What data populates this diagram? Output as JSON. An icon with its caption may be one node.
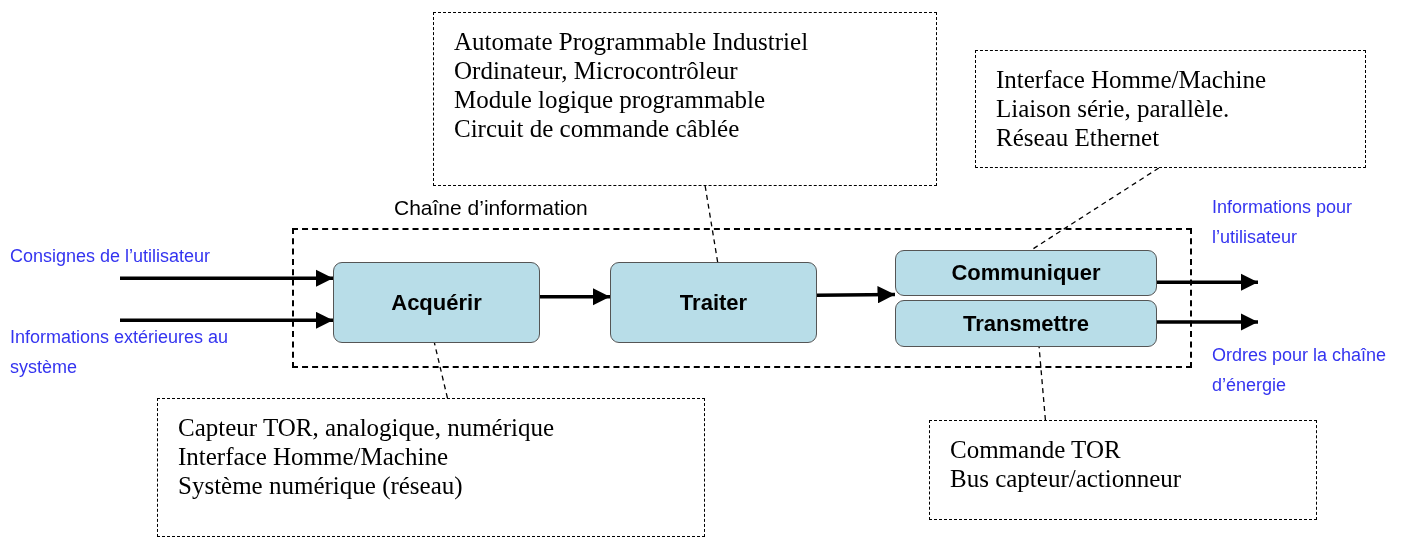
{
  "diagram": {
    "nodes": [
      {
        "text": [
          "Chaîne d’information"
        ]
      },
      {
        "text": [
          "Acquérir"
        ],
        "in": 0
      },
      {
        "text": [
          "Traiter"
        ],
        "in": 0
      },
      {
        "text": [
          "Communiquer"
        ],
        "in": 0
      },
      {
        "text": [
          "Transmettre"
        ],
        "in": 0
      },
      {
        "text": [
          "Automate Programmable Industriel",
          "Ordinateur, Microcontrôleur",
          "Module logique programmable",
          "Circuit de commande câblée"
        ]
      },
      {
        "text": [
          "Interface Homme/Machine",
          "Liaison série, parallèle.",
          "Réseau Ethernet"
        ]
      },
      {
        "text": [
          "Capteur TOR, analogique, numérique",
          "Interface Homme/Machine",
          "Système numérique (réseau)"
        ]
      },
      {
        "text": [
          "Commande TOR",
          "Bus capteur/actionneur"
        ]
      }
    ],
    "edges": [
      {
        "from": null,
        "to": 1,
        "arrow": "to",
        "label": "Consignes de l’utilisateur"
      },
      {
        "from": null,
        "to": 1,
        "arrow": "to",
        "label": "Informations extérieures au système"
      },
      {
        "from": 1,
        "to": 2,
        "arrow": "to"
      },
      {
        "from": 2,
        "to": 3,
        "arrow": "to"
      },
      {
        "from": 3,
        "to": null,
        "arrow": "to",
        "label": "Informations pour l’utilisateur"
      },
      {
        "from": 4,
        "to": null,
        "arrow": "to",
        "label": "Ordres pour la chaîne d’énergie"
      },
      {
        "from": 5,
        "to": 2,
        "arrow": "none",
        "style": "dashed"
      },
      {
        "from": 6,
        "to": 3,
        "arrow": "none",
        "style": "dashed"
      },
      {
        "from": 7,
        "to": 1,
        "arrow": "none",
        "style": "dashed"
      },
      {
        "from": 8,
        "to": 4,
        "arrow": "none",
        "style": "dashed"
      }
    ]
  }
}
